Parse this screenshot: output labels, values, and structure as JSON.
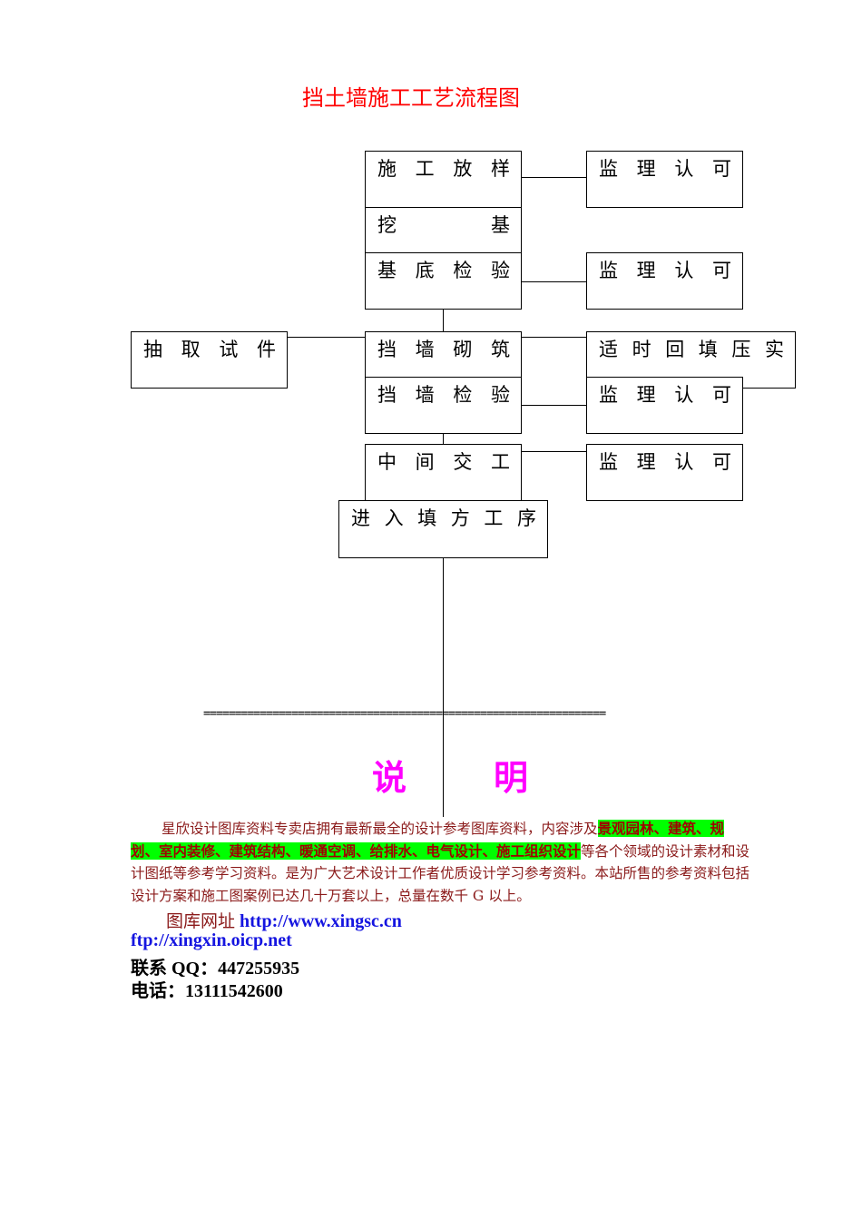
{
  "title": "挡土墙施工工艺流程图",
  "flow": {
    "construction_layout": "施工放样",
    "excavation": "挖基",
    "base_inspection": "基底检验",
    "wall_masonry": "挡墙砌筑",
    "wall_inspection": "挡墙检验",
    "intermediate_handover": "中间交工",
    "enter_fill": "进入填方工序",
    "sampling": "抽取试件",
    "timely_backfill": "适时回填压实",
    "supervision_approval": "监理认可"
  },
  "separator": "================================================================",
  "explain": [
    "说",
    "明"
  ],
  "para": {
    "part1": "星欣设计图库资料专卖店拥有最新最全的设计参考图库资料，内容涉及",
    "highlight": "景观园林、建筑、规划、室内装修、建筑结构、暖通空调、给排水、电气设计、施工组织设计",
    "part2": "等各个领域的设计素材和设计图纸等参考学习资料。是为广大艺术设计工作者优质设计学习参考资料。本站所售的参考资料包括设计方案和施工图案例已达几十万套以上，总量在数千 G 以上。"
  },
  "contact": {
    "site_label": "图库网址",
    "site_url": "http://www.xingsc.cn",
    "ftp": "ftp://xingxin.oicp.net",
    "qq_label": "联系 QQ：",
    "qq": "447255935",
    "phone_label": "电话：",
    "phone": "13111542600"
  }
}
